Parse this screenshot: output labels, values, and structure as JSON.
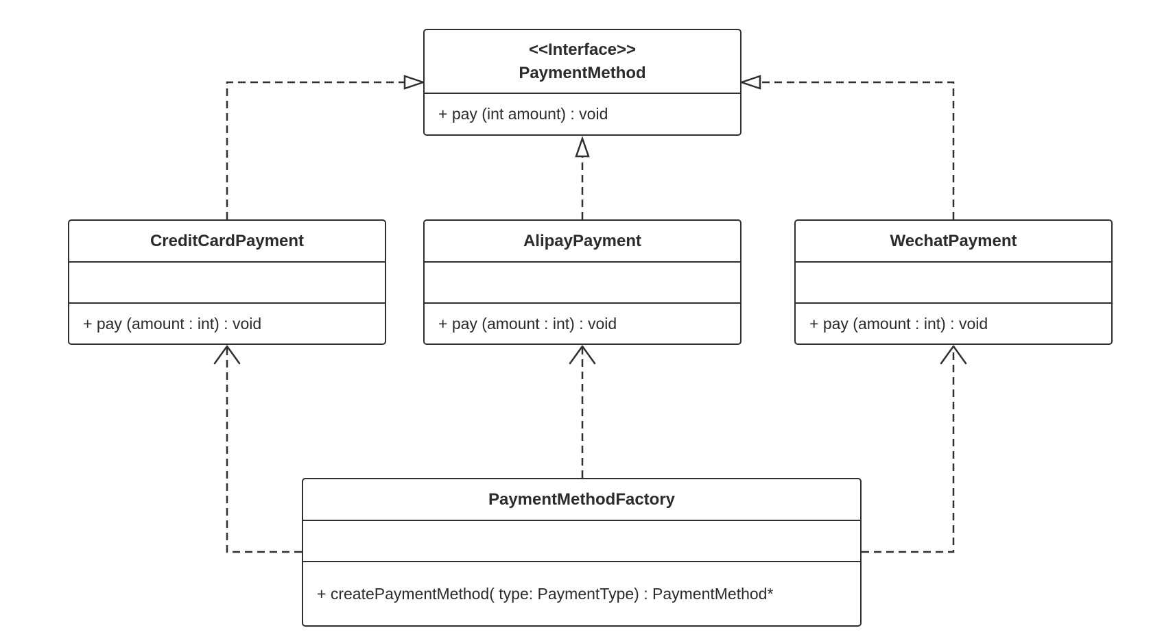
{
  "diagram": {
    "type": "uml-class-diagram",
    "colors": {
      "line": "#2f2f2f",
      "text": "#2b2b2b",
      "background": "#ffffff"
    },
    "interface": {
      "stereotype": "<<Interface>>",
      "name": "PaymentMethod",
      "operations": [
        "+ pay (int amount) : void"
      ]
    },
    "classes": [
      {
        "id": "credit",
        "name": "CreditCardPayment",
        "attributes": [],
        "operations": [
          "+ pay (amount : int) : void"
        ]
      },
      {
        "id": "alipay",
        "name": "AlipayPayment",
        "attributes": [],
        "operations": [
          "+ pay (amount : int) : void"
        ]
      },
      {
        "id": "wechat",
        "name": "WechatPayment",
        "attributes": [],
        "operations": [
          "+ pay (amount : int) : void"
        ]
      }
    ],
    "factory": {
      "name": "PaymentMethodFactory",
      "attributes": [],
      "operations": [
        "+ createPaymentMethod( type: PaymentType) : PaymentMethod*"
      ]
    },
    "relationships": [
      {
        "type": "realization",
        "from": "CreditCardPayment",
        "to": "PaymentMethod"
      },
      {
        "type": "realization",
        "from": "AlipayPayment",
        "to": "PaymentMethod"
      },
      {
        "type": "realization",
        "from": "WechatPayment",
        "to": "PaymentMethod"
      },
      {
        "type": "dependency",
        "from": "PaymentMethodFactory",
        "to": "CreditCardPayment"
      },
      {
        "type": "dependency",
        "from": "PaymentMethodFactory",
        "to": "AlipayPayment"
      },
      {
        "type": "dependency",
        "from": "PaymentMethodFactory",
        "to": "WechatPayment"
      }
    ]
  }
}
